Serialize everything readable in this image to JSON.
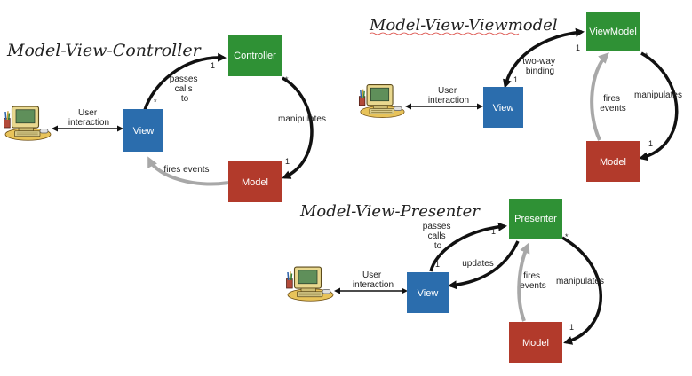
{
  "colors": {
    "view": "#2b6dad",
    "controller": "#2f9135",
    "model": "#b23a2b",
    "arrow_dark": "#111111",
    "arrow_light": "#a8a8a8",
    "title_underline": "#d9413a"
  },
  "icons": [
    "computer-user-clipart-icon"
  ],
  "mvc": {
    "title": "Model-View-Controller",
    "view": "View",
    "controller": "Controller",
    "model": "Model",
    "user_interaction": [
      "User",
      "interaction"
    ],
    "passes_calls_to": [
      "passes",
      "calls",
      "to"
    ],
    "manipulates": "manipulates",
    "fires_events": "fires events",
    "mult_view_star": "*",
    "mult_controller_one": "1",
    "mult_controller_star": "*",
    "mult_model_one": "1"
  },
  "mvvm": {
    "title": "Model-View-Viewmodel",
    "view": "View",
    "viewmodel": "ViewModel",
    "model": "Model",
    "user_interaction": [
      "User",
      "interaction"
    ],
    "two_way_binding": [
      "two-way",
      "binding"
    ],
    "manipulates": "manipulates",
    "fires_events": [
      "fires",
      "events"
    ],
    "mult_view_one": "1",
    "mult_viewmodel_one": "1",
    "mult_viewmodel_star": "*",
    "mult_model_one": "1"
  },
  "mvp": {
    "title": "Model-View-Presenter",
    "view": "View",
    "presenter": "Presenter",
    "model": "Model",
    "user_interaction": [
      "User",
      "interaction"
    ],
    "passes_calls_to": [
      "passes",
      "calls",
      "to"
    ],
    "updates": "updates",
    "manipulates": "manipulates",
    "fires_events": [
      "fires",
      "events"
    ],
    "mult_view_one": "1",
    "mult_presenter_one": "1",
    "mult_presenter_star": "*",
    "mult_model_one": "1"
  }
}
